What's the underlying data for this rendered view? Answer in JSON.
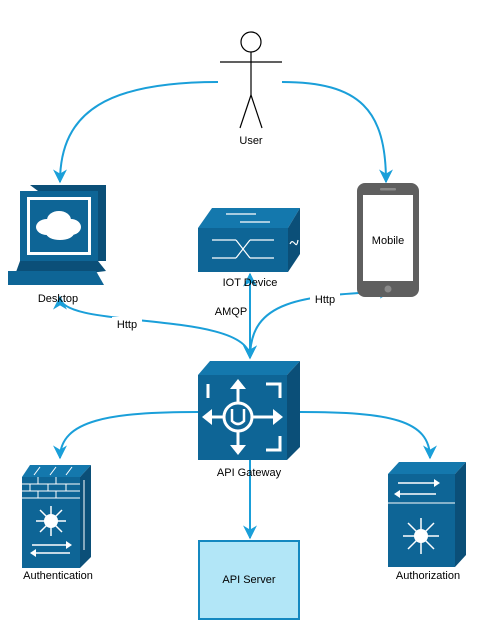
{
  "colors": {
    "edge": "#1a9fd9",
    "device": "#0e6596",
    "device_dark": "#0b4f78",
    "server_fill": "#b2e6f7",
    "server_stroke": "#1488c0",
    "actor": "#000000",
    "phone": "#5f5f5f"
  },
  "nodes": {
    "user": {
      "label": "User",
      "icon": "actor-icon"
    },
    "desktop": {
      "label": "Desktop",
      "icon": "desktop-icon"
    },
    "iot_device": {
      "label": "IOT Device",
      "icon": "switch-icon"
    },
    "mobile": {
      "label": "Mobile",
      "icon": "mobile-phone-icon"
    },
    "api_gateway": {
      "label": "API Gateway",
      "icon": "gateway-icon"
    },
    "authentication": {
      "label": "Authentication",
      "icon": "firewall-icon"
    },
    "api_server": {
      "label": "API Server",
      "icon": "server-box"
    },
    "authorization": {
      "label": "Authorization",
      "icon": "multilayer-switch-icon"
    }
  },
  "edges": {
    "user_desktop": {
      "from": "User",
      "to": "Desktop",
      "label": ""
    },
    "user_mobile": {
      "from": "User",
      "to": "Mobile",
      "label": ""
    },
    "desktop_gateway": {
      "from": "Desktop",
      "to": "API Gateway",
      "label": "Http"
    },
    "iot_gateway": {
      "from": "IOT Device",
      "to": "API Gateway",
      "label": "AMQP"
    },
    "mobile_gateway": {
      "from": "Mobile",
      "to": "API Gateway",
      "label": "Http"
    },
    "gateway_authentication": {
      "from": "API Gateway",
      "to": "Authentication",
      "label": ""
    },
    "gateway_authorization": {
      "from": "API Gateway",
      "to": "Authorization",
      "label": ""
    },
    "gateway_server": {
      "from": "API Gateway",
      "to": "API Server",
      "label": ""
    }
  }
}
